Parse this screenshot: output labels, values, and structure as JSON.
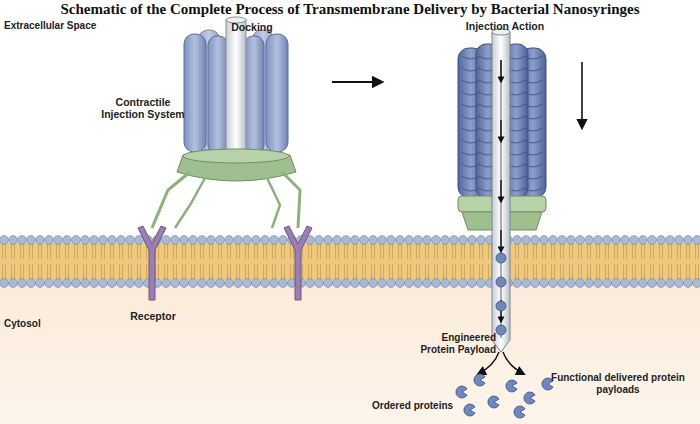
{
  "diagram": {
    "title": "Schematic of the Complete Process of Transmembrane Delivery by Bacterial Nanosyringes",
    "labels": [
      "Extracellular Space",
      "Docking",
      "Contractile Injection System",
      "Injection Action",
      "Cytosol",
      "Receptor",
      "Engineered Protein Payload",
      "Ordered proteins",
      "Functional delivered protein payloads"
    ]
  }
}
